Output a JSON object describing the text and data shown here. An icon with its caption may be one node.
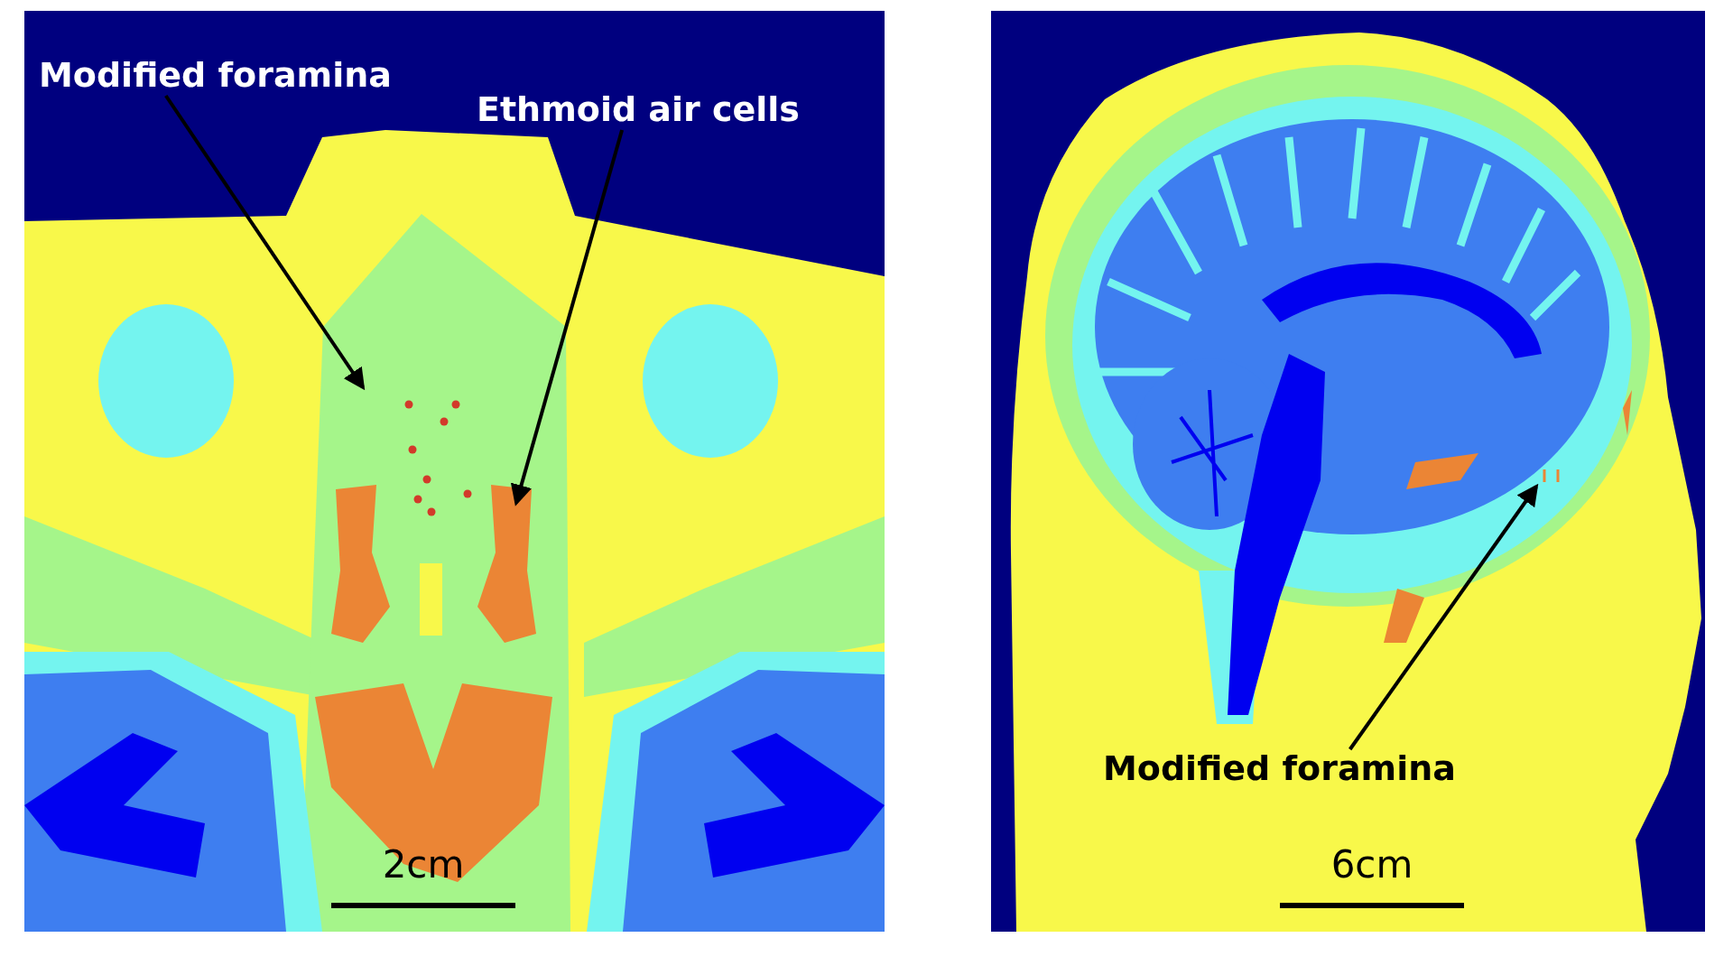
{
  "diagram": {
    "nodes": [
      {
        "text": [
          "Modified foramina"
        ]
      },
      {
        "text": [
          "Ethmoid air cells"
        ]
      },
      {
        "text": [
          "Modified foramina"
        ]
      }
    ],
    "edges": [
      {
        "from": 0,
        "to": null,
        "arrow": "to"
      },
      {
        "from": 1,
        "to": null,
        "arrow": "to"
      },
      {
        "from": 2,
        "to": null,
        "arrow": "to"
      }
    ],
    "labels": [
      "2cm",
      "6cm"
    ]
  }
}
